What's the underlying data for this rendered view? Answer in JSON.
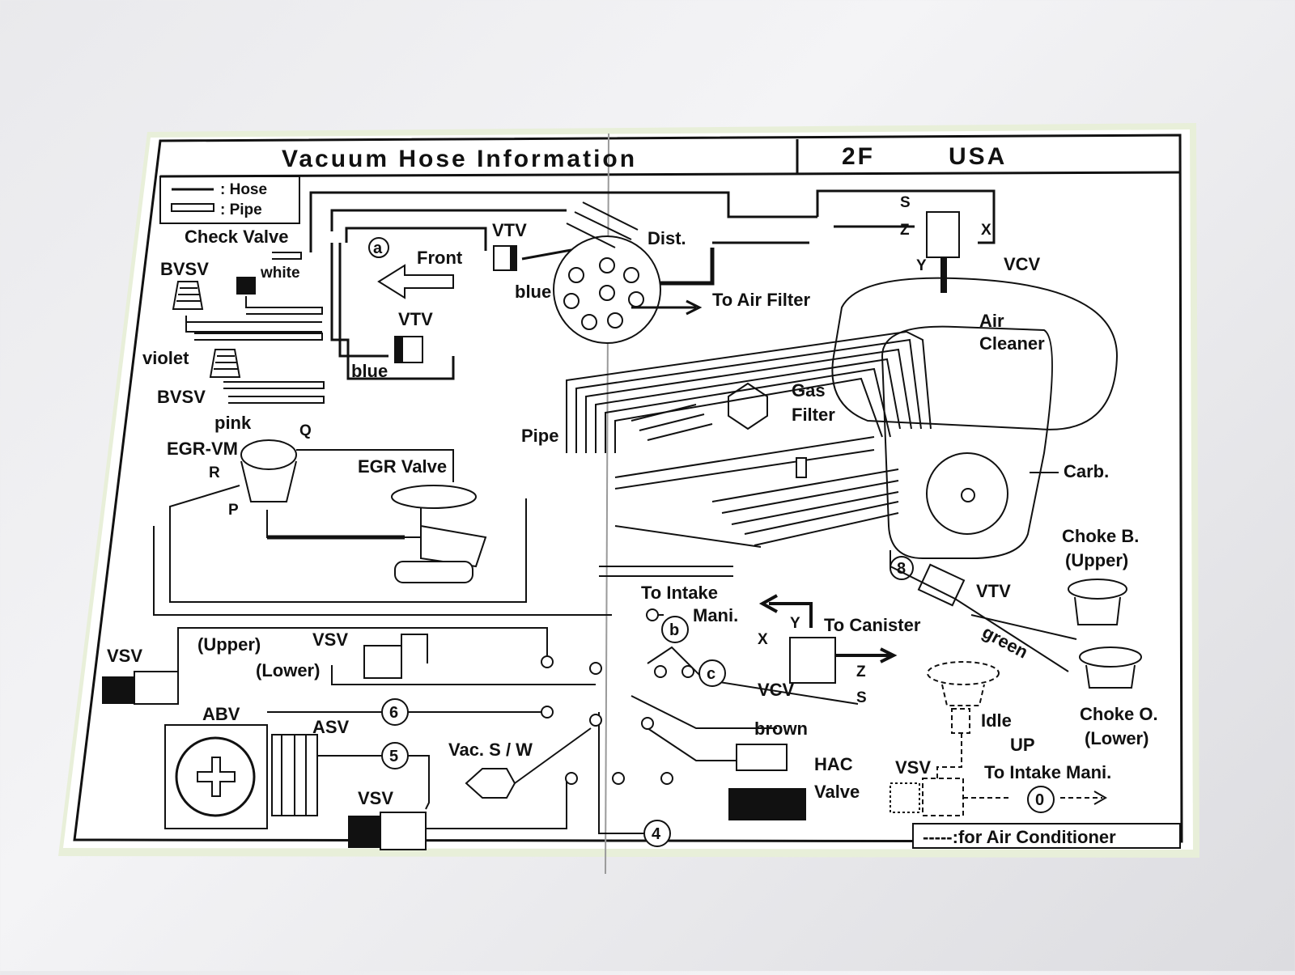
{
  "header": {
    "title": "Vacuum Hose Information",
    "model": "2F",
    "region": "USA"
  },
  "legend": {
    "hose": ": Hose",
    "pipe": ": Pipe",
    "air_conditioner": "-----:for Air Conditioner"
  },
  "labels": {
    "check_valve": "Check Valve",
    "bvsv_upper": "BVSV",
    "white": "white",
    "violet": "violet",
    "bvsv_lower": "BVSV",
    "pink": "pink",
    "egr_vm": "EGR-VM",
    "port_q": "Q",
    "port_r": "R",
    "port_p": "P",
    "egr_valve": "EGR Valve",
    "port_a": "a",
    "front": "Front",
    "vtv_top": "VTV",
    "blue_top": "blue",
    "vtv_mid": "VTV",
    "blue_mid": "blue",
    "dist": "Dist.",
    "to_air_filter": "To Air Filter",
    "vcv_top": "VCV",
    "port_s_top": "S",
    "port_z_top": "Z",
    "port_x_top": "X",
    "port_y_top": "Y",
    "air_cleaner_1": "Air",
    "air_cleaner_2": "Cleaner",
    "gas_filter_1": "Gas",
    "gas_filter_2": "Filter",
    "pipe": "Pipe",
    "carb": "Carb.",
    "choke_b_1": "Choke B.",
    "choke_b_2": "(Upper)",
    "vtv_right": "VTV",
    "green": "green",
    "choke_o_1": "Choke O.",
    "choke_o_2": "(Lower)",
    "port_8": "8",
    "to_intake_mani_1": "To Intake",
    "to_intake_mani_2": "Mani.",
    "port_b": "b",
    "port_c": "c",
    "to_canister": "To Canister",
    "vcv_bottom": "VCV",
    "port_x_bottom": "X",
    "port_y_bottom": "Y",
    "port_z_bottom": "Z",
    "port_s_bottom": "S",
    "vsv_left": "VSV",
    "upper": "(Upper)",
    "lower": "(Lower)",
    "vsv_mid": "VSV",
    "abv": "ABV",
    "asv": "ASV",
    "port_6": "6",
    "port_5": "5",
    "vac_sw": "Vac. S / W",
    "vsv_bottom": "VSV",
    "port_4": "4",
    "brown": "brown",
    "hac_1": "HAC",
    "hac_2": "Valve",
    "idle": "Idle",
    "up": "UP",
    "vsv_ac": "VSV",
    "to_intake_mani_ac": "To Intake Mani.",
    "port_0": "0"
  },
  "colors": {
    "card": "#ffffff",
    "ink": "#111111",
    "card_edge": "#e8efd9"
  }
}
